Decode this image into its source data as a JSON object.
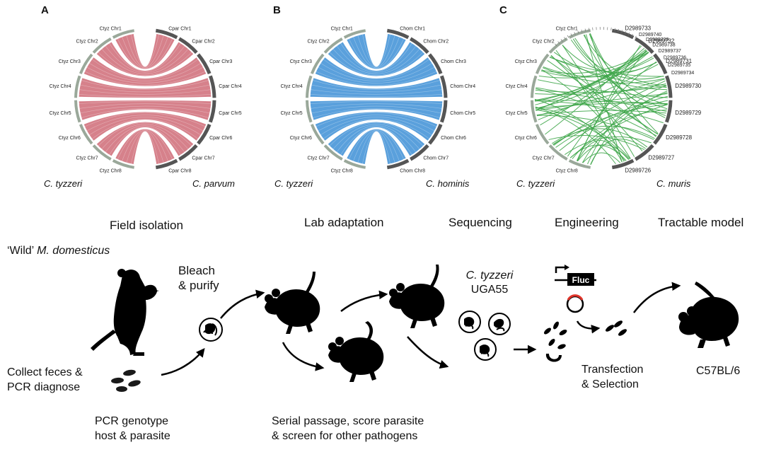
{
  "panels": {
    "A": {
      "letter": "A",
      "species_left": "C. tyzzeri",
      "species_right": "C. parvum",
      "color": "#cf6b77",
      "chr_left": [
        "Ctyz Chr1",
        "Ctyz Chr2",
        "Ctyz Chr3",
        "Ctyz Chr4",
        "Ctyz Chr5",
        "Ctyz Chr6",
        "Ctyz Chr7",
        "Ctyz Chr8"
      ],
      "chr_right": [
        "Cpar Chr1",
        "Cpar Chr2",
        "Cpar Chr3",
        "Cpar Chr4",
        "Cpar Chr5",
        "Cpar Chr6",
        "Cpar Chr7",
        "Cpar Chr8"
      ]
    },
    "B": {
      "letter": "B",
      "species_left": "C. tyzzeri",
      "species_right": "C. hominis",
      "color": "#3d8fd6",
      "chr_left": [
        "Ctyz Chr1",
        "Ctyz Chr2",
        "Ctyz Chr3",
        "Ctyz Chr4",
        "Ctyz Chr5",
        "Ctyz Chr6",
        "Ctyz Chr7",
        "Ctyz Chr8"
      ],
      "chr_right": [
        "Chom Chr1",
        "Chom Chr2",
        "Chom Chr3",
        "Chom Chr4",
        "Chom Chr5",
        "Chom Chr6",
        "Chom Chr7",
        "Chom Chr8"
      ]
    },
    "C": {
      "letter": "C",
      "species_left": "C. tyzzeri",
      "species_right": "C. muris",
      "color": "#3fa64a",
      "chr_left": [
        "Ctyz Chr1",
        "Ctyz Chr2",
        "Ctyz Chr3",
        "Ctyz Chr4",
        "Ctyz Chr5",
        "Ctyz Chr6",
        "Ctyz Chr7",
        "Ctyz Chr8"
      ],
      "chr_right_small": [
        "D2989740",
        "D2989739",
        "D2989738",
        "D2989737",
        "D2989736",
        "D2989735",
        "D2989734"
      ],
      "chr_right_large": [
        "D2989733",
        "D2989732",
        "D2989731",
        "D2989730",
        "D2989729",
        "D2989728",
        "D2989727",
        "D2989726"
      ]
    }
  },
  "stages": {
    "field": "Field isolation",
    "lab": "Lab adaptation",
    "seq": "Sequencing",
    "eng": "Engineering",
    "model": "Tractable model"
  },
  "workflow": {
    "wild_prefix": "‘Wild’ ",
    "wild_species": "M. domesticus",
    "collect": "Collect feces &\nPCR diagnose",
    "genotype": "PCR genotype\nhost & parasite",
    "bleach": "Bleach\n& purify",
    "serial": "Serial passage, score parasite\n& screen for other pathogens",
    "strain_species": "C. tyzzeri",
    "strain_id": "UGA55",
    "fluc": "Fluc",
    "transfection": "Transfection\n& Selection",
    "host_model": "C57BL/6"
  }
}
